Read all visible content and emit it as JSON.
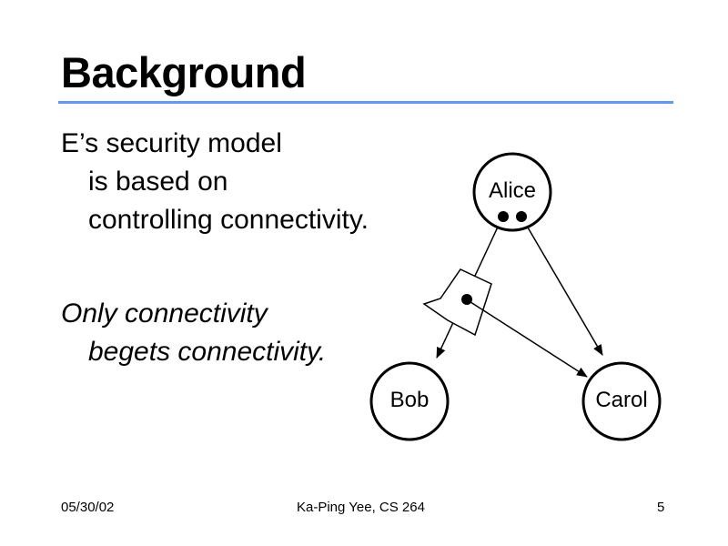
{
  "slide": {
    "title": "Background",
    "paragraph1": {
      "line1": "E’s security model",
      "line2": "is based on",
      "line3": "controlling connectivity."
    },
    "paragraph2": {
      "line1": "Only connectivity",
      "line2": "begets connectivity."
    }
  },
  "diagram": {
    "nodes": {
      "alice": "Alice",
      "bob": "Bob",
      "carol": "Carol"
    }
  },
  "footer": {
    "date": "05/30/02",
    "author": "Ka-Ping Yee, CS 264",
    "page": "5"
  },
  "colors": {
    "title_rule": "#6699ee"
  }
}
